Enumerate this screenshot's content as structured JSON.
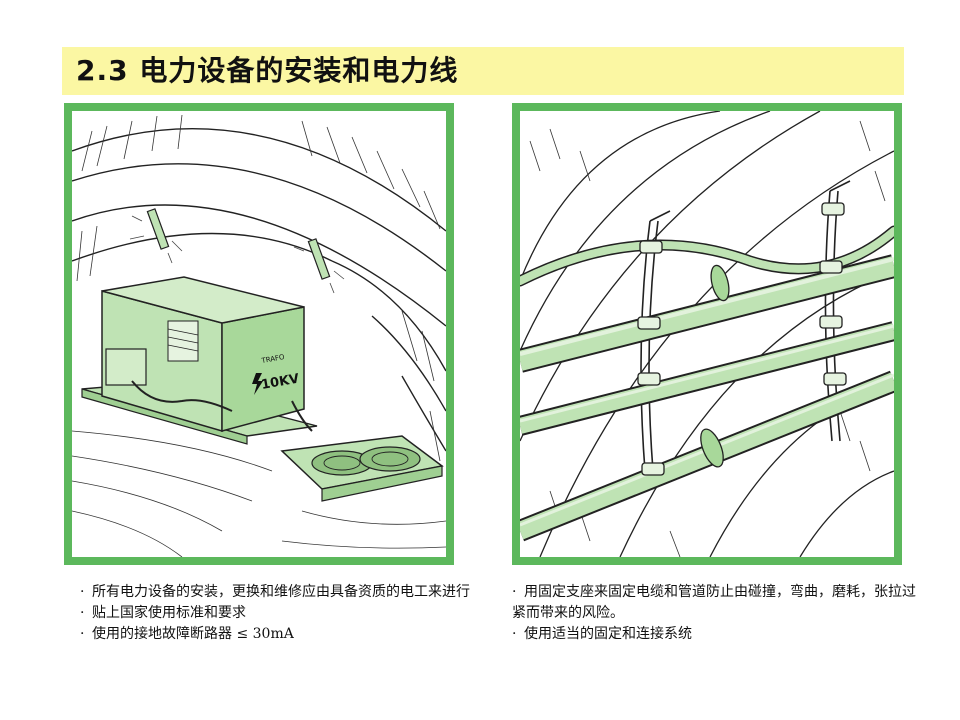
{
  "title": "2.3 电力设备的安装和电力线",
  "left_panel": {
    "transformer_label_small": "TRAFO",
    "transformer_label": "10KV",
    "notes": [
      "所有电力设备的安装，更换和维修应由具备资质的电工来进行",
      "贴上国家使用标准和要求",
      "使用的接地故障断路器 ≤ 30mA"
    ]
  },
  "right_panel": {
    "notes": [
      "用固定支座来固定电缆和管道防止由碰撞，弯曲，磨耗，张拉过紧而带来的风险。",
      "使用适当的固定和连接系统"
    ]
  },
  "colors": {
    "title_bg": "#fbf7a3",
    "panel_border": "#5cb85c",
    "equipment_fill": "#bfe3b4",
    "line": "#1a1a1a"
  },
  "icons": [
    "tunnel-illustration-icon",
    "transformer-icon",
    "cable-drum-icon",
    "lamp-icon",
    "cable-bracket-icon"
  ]
}
